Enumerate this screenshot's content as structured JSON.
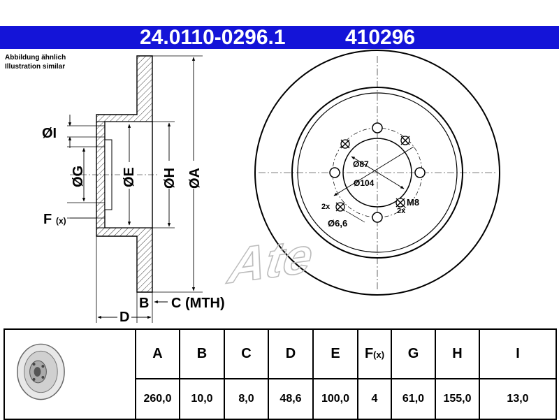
{
  "header": {
    "part_number": "24.0110-0296.1",
    "ref_number": "410296",
    "color": "#1414d8"
  },
  "note": {
    "line1": "Abbildung ähnlich",
    "line2": "Illustration similar"
  },
  "side_view": {
    "dim_I": "ØI",
    "dim_G": "ØG",
    "dim_E": "ØE",
    "dim_H": "ØH",
    "dim_A": "ØA",
    "dim_F": "F",
    "dim_F_sub": "(x)",
    "dim_B": "B",
    "dim_C": "C (MTH)",
    "dim_D": "D"
  },
  "front_view": {
    "dia_87": "Ø87",
    "dia_104": "Ø104",
    "qty_left": "2x",
    "qty_right": "2x",
    "hole_dia": "Ø6,6",
    "thread": "M8",
    "watermark": "Ate"
  },
  "spec_table": {
    "headers": [
      "A",
      "B",
      "C",
      "D",
      "E",
      "F",
      "G",
      "H",
      "I"
    ],
    "f_suffix": "(x)",
    "values": [
      "260,0",
      "10,0",
      "8,0",
      "48,6",
      "100,0",
      "4",
      "61,0",
      "155,0",
      "13,0"
    ]
  }
}
